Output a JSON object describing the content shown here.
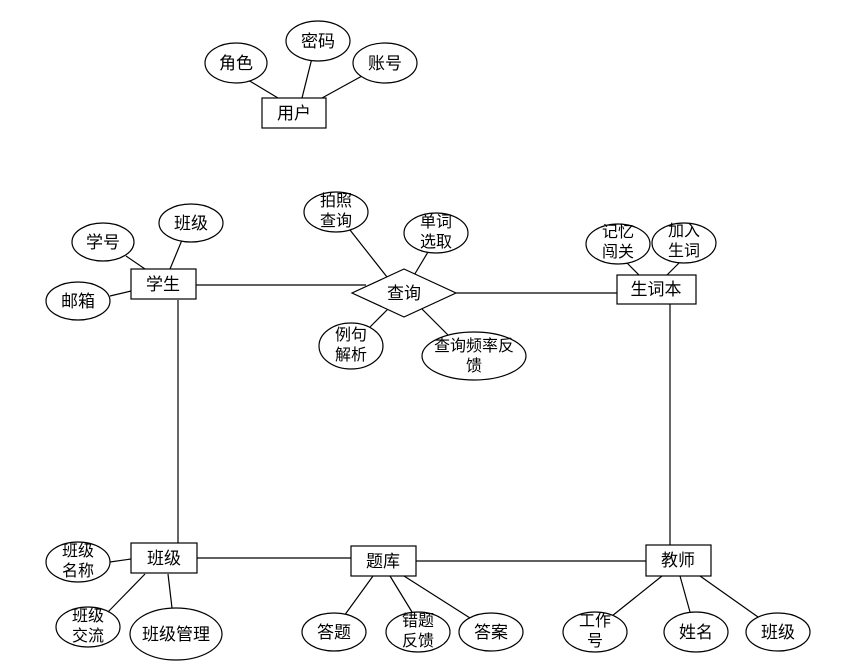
{
  "entities": {
    "user": "用户",
    "student": "学生",
    "vocab_book": "生词本",
    "class": "班级",
    "question_bank": "题库",
    "teacher": "教师"
  },
  "relationships": {
    "query": "查询"
  },
  "attributes": {
    "user": {
      "role": "角色",
      "password": "密码",
      "account": "账号"
    },
    "student": {
      "student_id": "学号",
      "class": "班级",
      "email": "邮箱"
    },
    "query": {
      "photo_query": [
        "拍照",
        "查询"
      ],
      "word_select": [
        "单词",
        "选取"
      ],
      "example_parse": [
        "例句",
        "解析"
      ],
      "freq_feedback": [
        "查询频率反",
        "馈"
      ]
    },
    "vocab_book": {
      "memory_levels": [
        "记忆",
        "闯关"
      ],
      "add_word": [
        "加入",
        "生词"
      ]
    },
    "class": {
      "class_name": [
        "班级",
        "名称"
      ],
      "class_chat": [
        "班级",
        "交流"
      ],
      "class_manage": "班级管理"
    },
    "question_bank": {
      "answer_q": "答题",
      "wrong_feedback": [
        "错题",
        "反馈"
      ],
      "answer_key": "答案"
    },
    "teacher": {
      "staff_no": [
        "工作",
        "号"
      ],
      "name": "姓名",
      "class": "班级"
    }
  }
}
